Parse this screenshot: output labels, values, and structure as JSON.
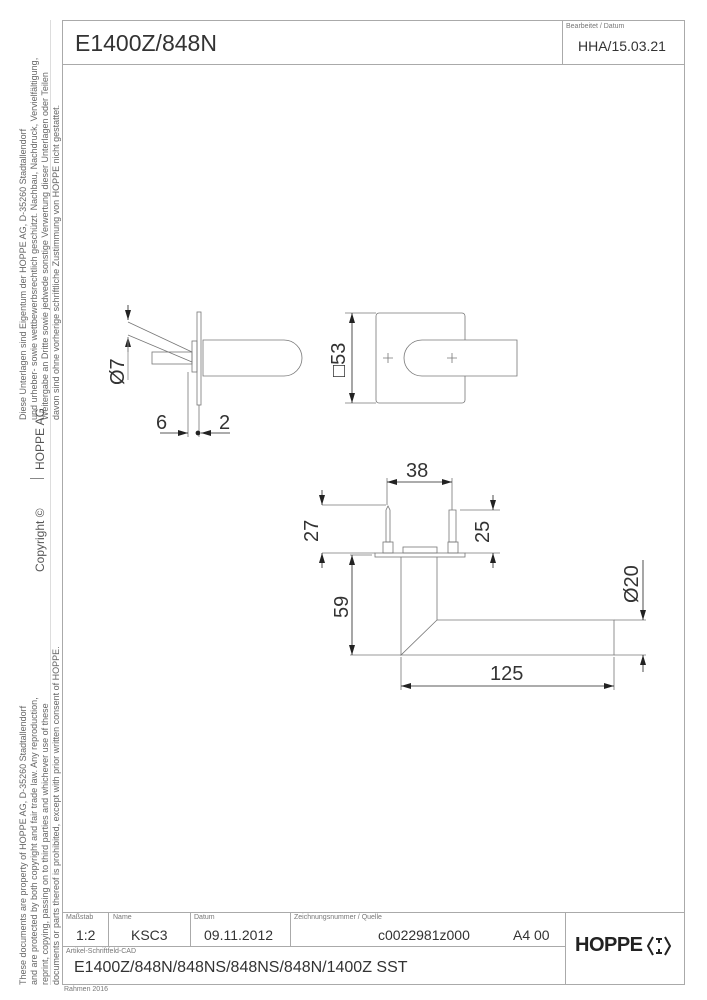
{
  "header": {
    "title": "E1400Z/848N",
    "edited_label": "Bearbeitet  / Datum",
    "edited_value": "HHA/15.03.21"
  },
  "margin": {
    "legal_de": [
      "Diese Unterlagen sind Eigentum der  HOPPE AG, D-35260 Stadtallendorf",
      "und urheber- sowie wettbewerbsrechtlich geschützt. Nachbau, Nachdruck, Vervielfältigung,",
      "Weitergabe an Dritte sowie jedwede sonstige Verwertung dieser Unterlagen oder Teilen",
      "davon sind ohne vorherige schriftliche Zustimmung von HOPPE nicht gestattet."
    ],
    "copyright": "Copyright ©",
    "company": "HOPPE  AG",
    "legal_en": [
      "These documents are property of HOPPE AG, D-35260 Stadtallendorf",
      "and are protected by both copyright and fair trade law. Any reproduction,",
      "reprint, copying, passing on to third parties and whichever use of these",
      "documents or parts thereof is prohibited, except with prior written consent of HOPPE."
    ]
  },
  "drawing": {
    "dims": {
      "d7": "Ø7",
      "six": "6",
      "two": "2",
      "sq53": "□53",
      "d38": "38",
      "d27": "27",
      "d25": "25",
      "d59": "59",
      "d20": "Ø20",
      "d125": "125"
    }
  },
  "title_block": {
    "scale_label": "Maßstab",
    "scale": "1:2",
    "name_label": "Name",
    "name": "KSC3",
    "date_label": "Datum",
    "date": "09.11.2012",
    "drawing_no_label": "Zeichnungsnummer / Quelle",
    "drawing_no": "c0022981z000",
    "format": "A4 00",
    "article_label": "Artikel-Schriftfeld-CAD",
    "article": "E1400Z/848N/848NS/848NS/848N/1400Z  SST",
    "logo": "HOPPE",
    "frame_note": "Rahmen 2016"
  }
}
